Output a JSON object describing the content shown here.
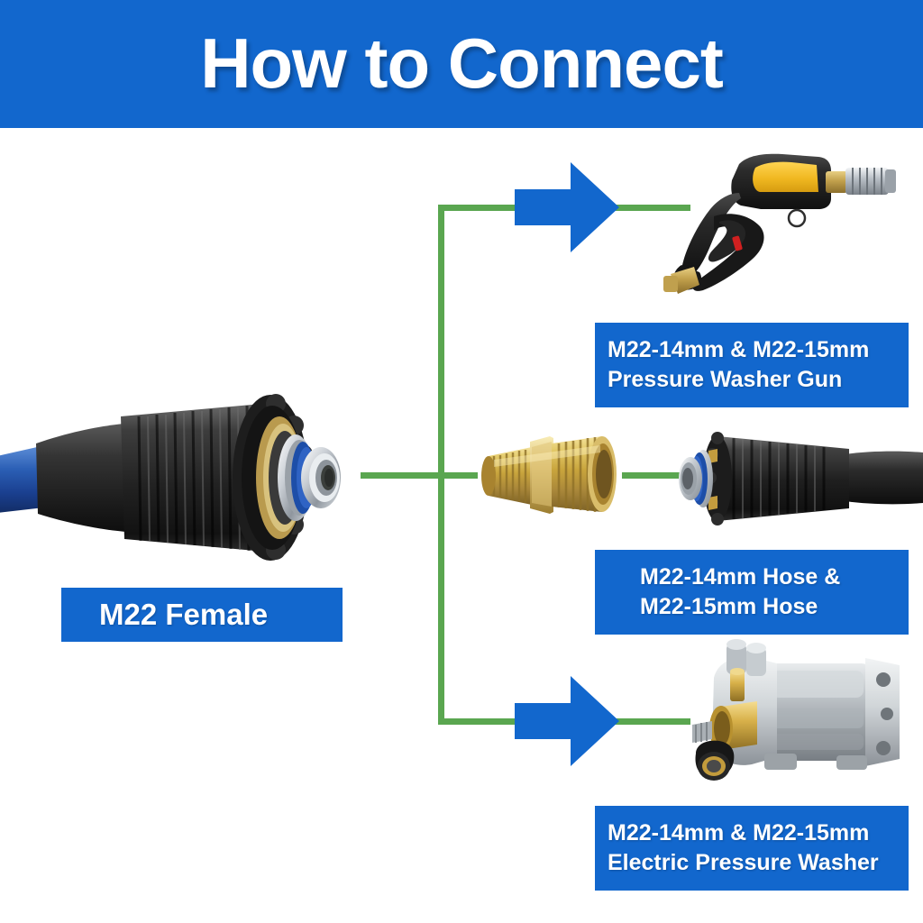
{
  "header": {
    "title": "How to Connect",
    "background_color": "#1267cd",
    "text_color": "#ffffff"
  },
  "colors": {
    "brand_blue": "#1267cd",
    "connector_green": "#5aa650",
    "arrow_blue": "#1267cd",
    "page_background": "#ffffff"
  },
  "source": {
    "label": "M22 Female",
    "image_name": "m22-female-hose-end-photo"
  },
  "connections": [
    {
      "id": "gun",
      "image_name": "pressure-washer-gun-photo",
      "arrow": "right-block-arrow",
      "label_lines": [
        "M22-14mm & M22-15mm",
        "Pressure Washer Gun"
      ]
    },
    {
      "id": "hose",
      "image_name": "m22-hose-end-fitting-photo",
      "adapter_image_name": "brass-double-male-nipple-photo",
      "arrow": "none",
      "label_lines": [
        "M22-14mm Hose &",
        "M22-15mm Hose"
      ]
    },
    {
      "id": "pump",
      "image_name": "electric-pressure-washer-pump-photo",
      "arrow": "right-block-arrow",
      "label_lines": [
        "M22-14mm & M22-15mm",
        "Electric Pressure Washer"
      ]
    }
  ]
}
